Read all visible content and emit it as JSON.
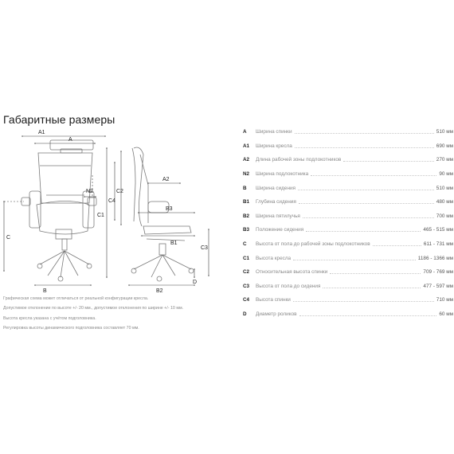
{
  "title": "Габаритные размеры",
  "diagram": {
    "labels": {
      "A": "A",
      "A1": "A1",
      "A2": "A2",
      "N2": "N2",
      "B": "B",
      "B1": "B1",
      "B2": "B2",
      "B3": "B3",
      "C": "C",
      "C1": "C1",
      "C2": "C2",
      "C3": "C3",
      "C4": "C4",
      "D": "D"
    }
  },
  "notes": [
    "Графическая схема может отличаться от реальной конфигурации кресла.",
    "Допустимое отклонение по высоте +/- 20 мм., допустимое отклонения по ширине +/- 10 мм.",
    "Высота кресла указана с учётом подголовника.",
    "Регулировка высоты динамического подголовника составляет 70 мм."
  ],
  "specs": [
    {
      "code": "A",
      "name": "Ширина спинки",
      "value": "510 мм"
    },
    {
      "code": "A1",
      "name": "Ширина кресла",
      "value": "690 мм"
    },
    {
      "code": "A2",
      "name": "Длина рабочей зоны подлокотников",
      "value": "270 мм"
    },
    {
      "code": "N2",
      "name": "Ширина подлокотника",
      "value": "90 мм"
    },
    {
      "code": "B",
      "name": "Ширина сидения",
      "value": "510 мм"
    },
    {
      "code": "B1",
      "name": "Глубина сидения",
      "value": "480 мм"
    },
    {
      "code": "B2",
      "name": "Ширина пятилучья",
      "value": "700 мм"
    },
    {
      "code": "B3",
      "name": "Положение сидения",
      "value": "465 - 515 мм"
    },
    {
      "code": "C",
      "name": "Высота от пола до рабочей зоны подлокотников",
      "value": "611 - 731 мм"
    },
    {
      "code": "C1",
      "name": "Высота кресла",
      "value": "1186 - 1366 мм"
    },
    {
      "code": "C2",
      "name": "Относительная высота спинки",
      "value": "709 - 769 мм"
    },
    {
      "code": "C3",
      "name": "Высота от пола до сидения",
      "value": "477 - 597 мм"
    },
    {
      "code": "C4",
      "name": "Высота спинки",
      "value": "710 мм"
    },
    {
      "code": "D",
      "name": "Диаметр роликов",
      "value": "60 мм"
    }
  ]
}
